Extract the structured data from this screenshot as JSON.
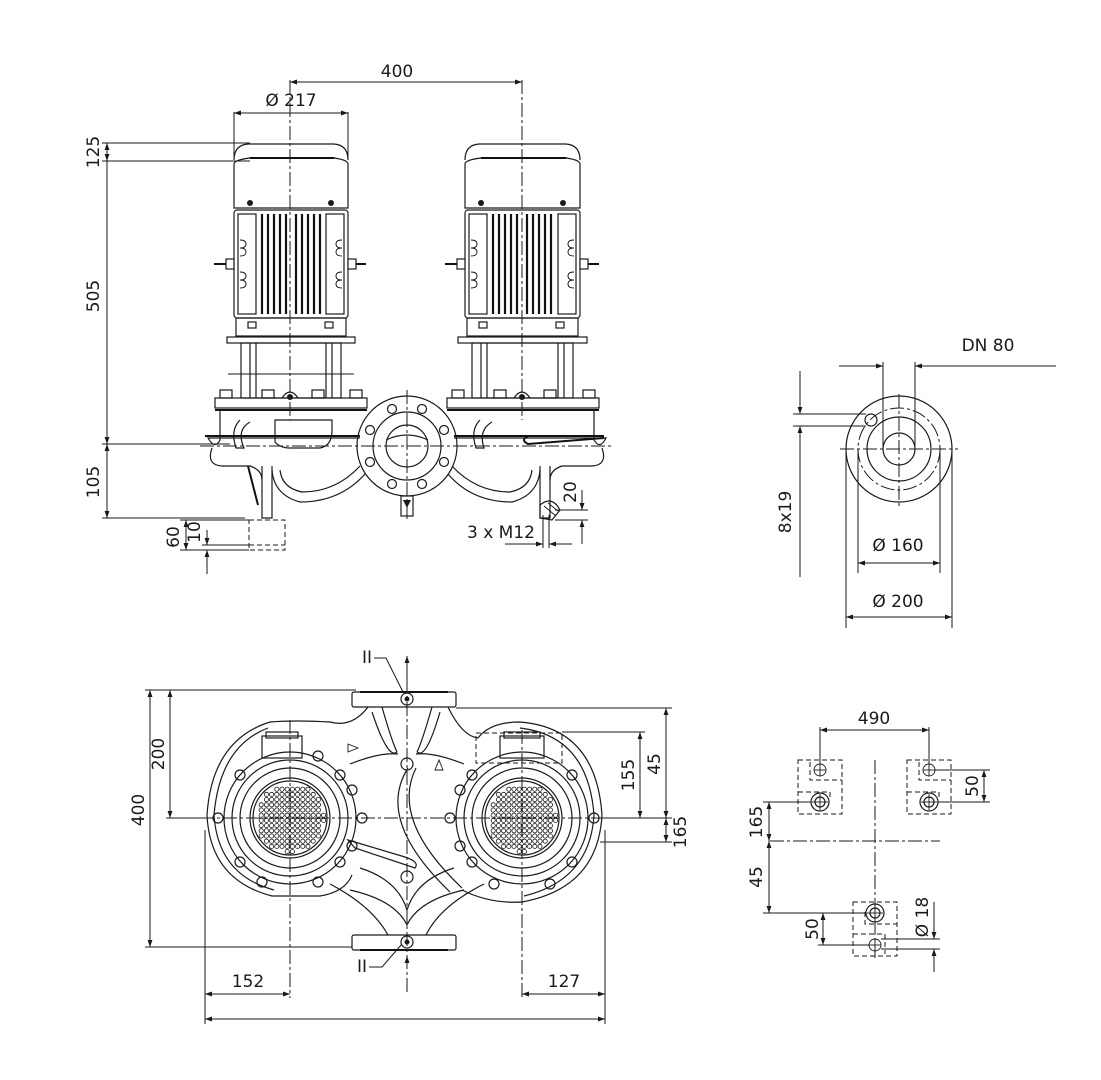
{
  "drawing": {
    "title": "Twin-head inline pump dimension drawing",
    "line_color": "#1a1a1a",
    "background": "#ffffff"
  },
  "front_view": {
    "dim_motor_spacing": "400",
    "dim_motor_diameter": "Ø 217",
    "dim_cap_height": "125",
    "dim_motor_height": "505",
    "dim_base_height": "105",
    "dim_foot_height": "60",
    "dim_foot_thickness": "10",
    "dim_bolt_height": "20",
    "dim_bolt_size": "3 x M12"
  },
  "flange_view": {
    "dim_nominal": "DN 80",
    "dim_bolt_holes": "8x19",
    "dim_bolt_circle": "Ø 160",
    "dim_outer": "Ø 200"
  },
  "top_view": {
    "dim_section_top": "II",
    "dim_section_bottom": "II",
    "dim_half_depth": "200",
    "dim_total_depth": "400",
    "dim_motor_offset_top": "155",
    "dim_offset_45": "45",
    "dim_offset_165": "165",
    "dim_left_offset": "152",
    "dim_right_offset": "127"
  },
  "foot_plan": {
    "dim_foot_spacing": "490",
    "dim_foot_slot_right": "50",
    "dim_offset_165": "165",
    "dim_offset_45": "45",
    "dim_foot_slot_bottom": "50",
    "dim_hole_diameter": "Ø 18"
  }
}
